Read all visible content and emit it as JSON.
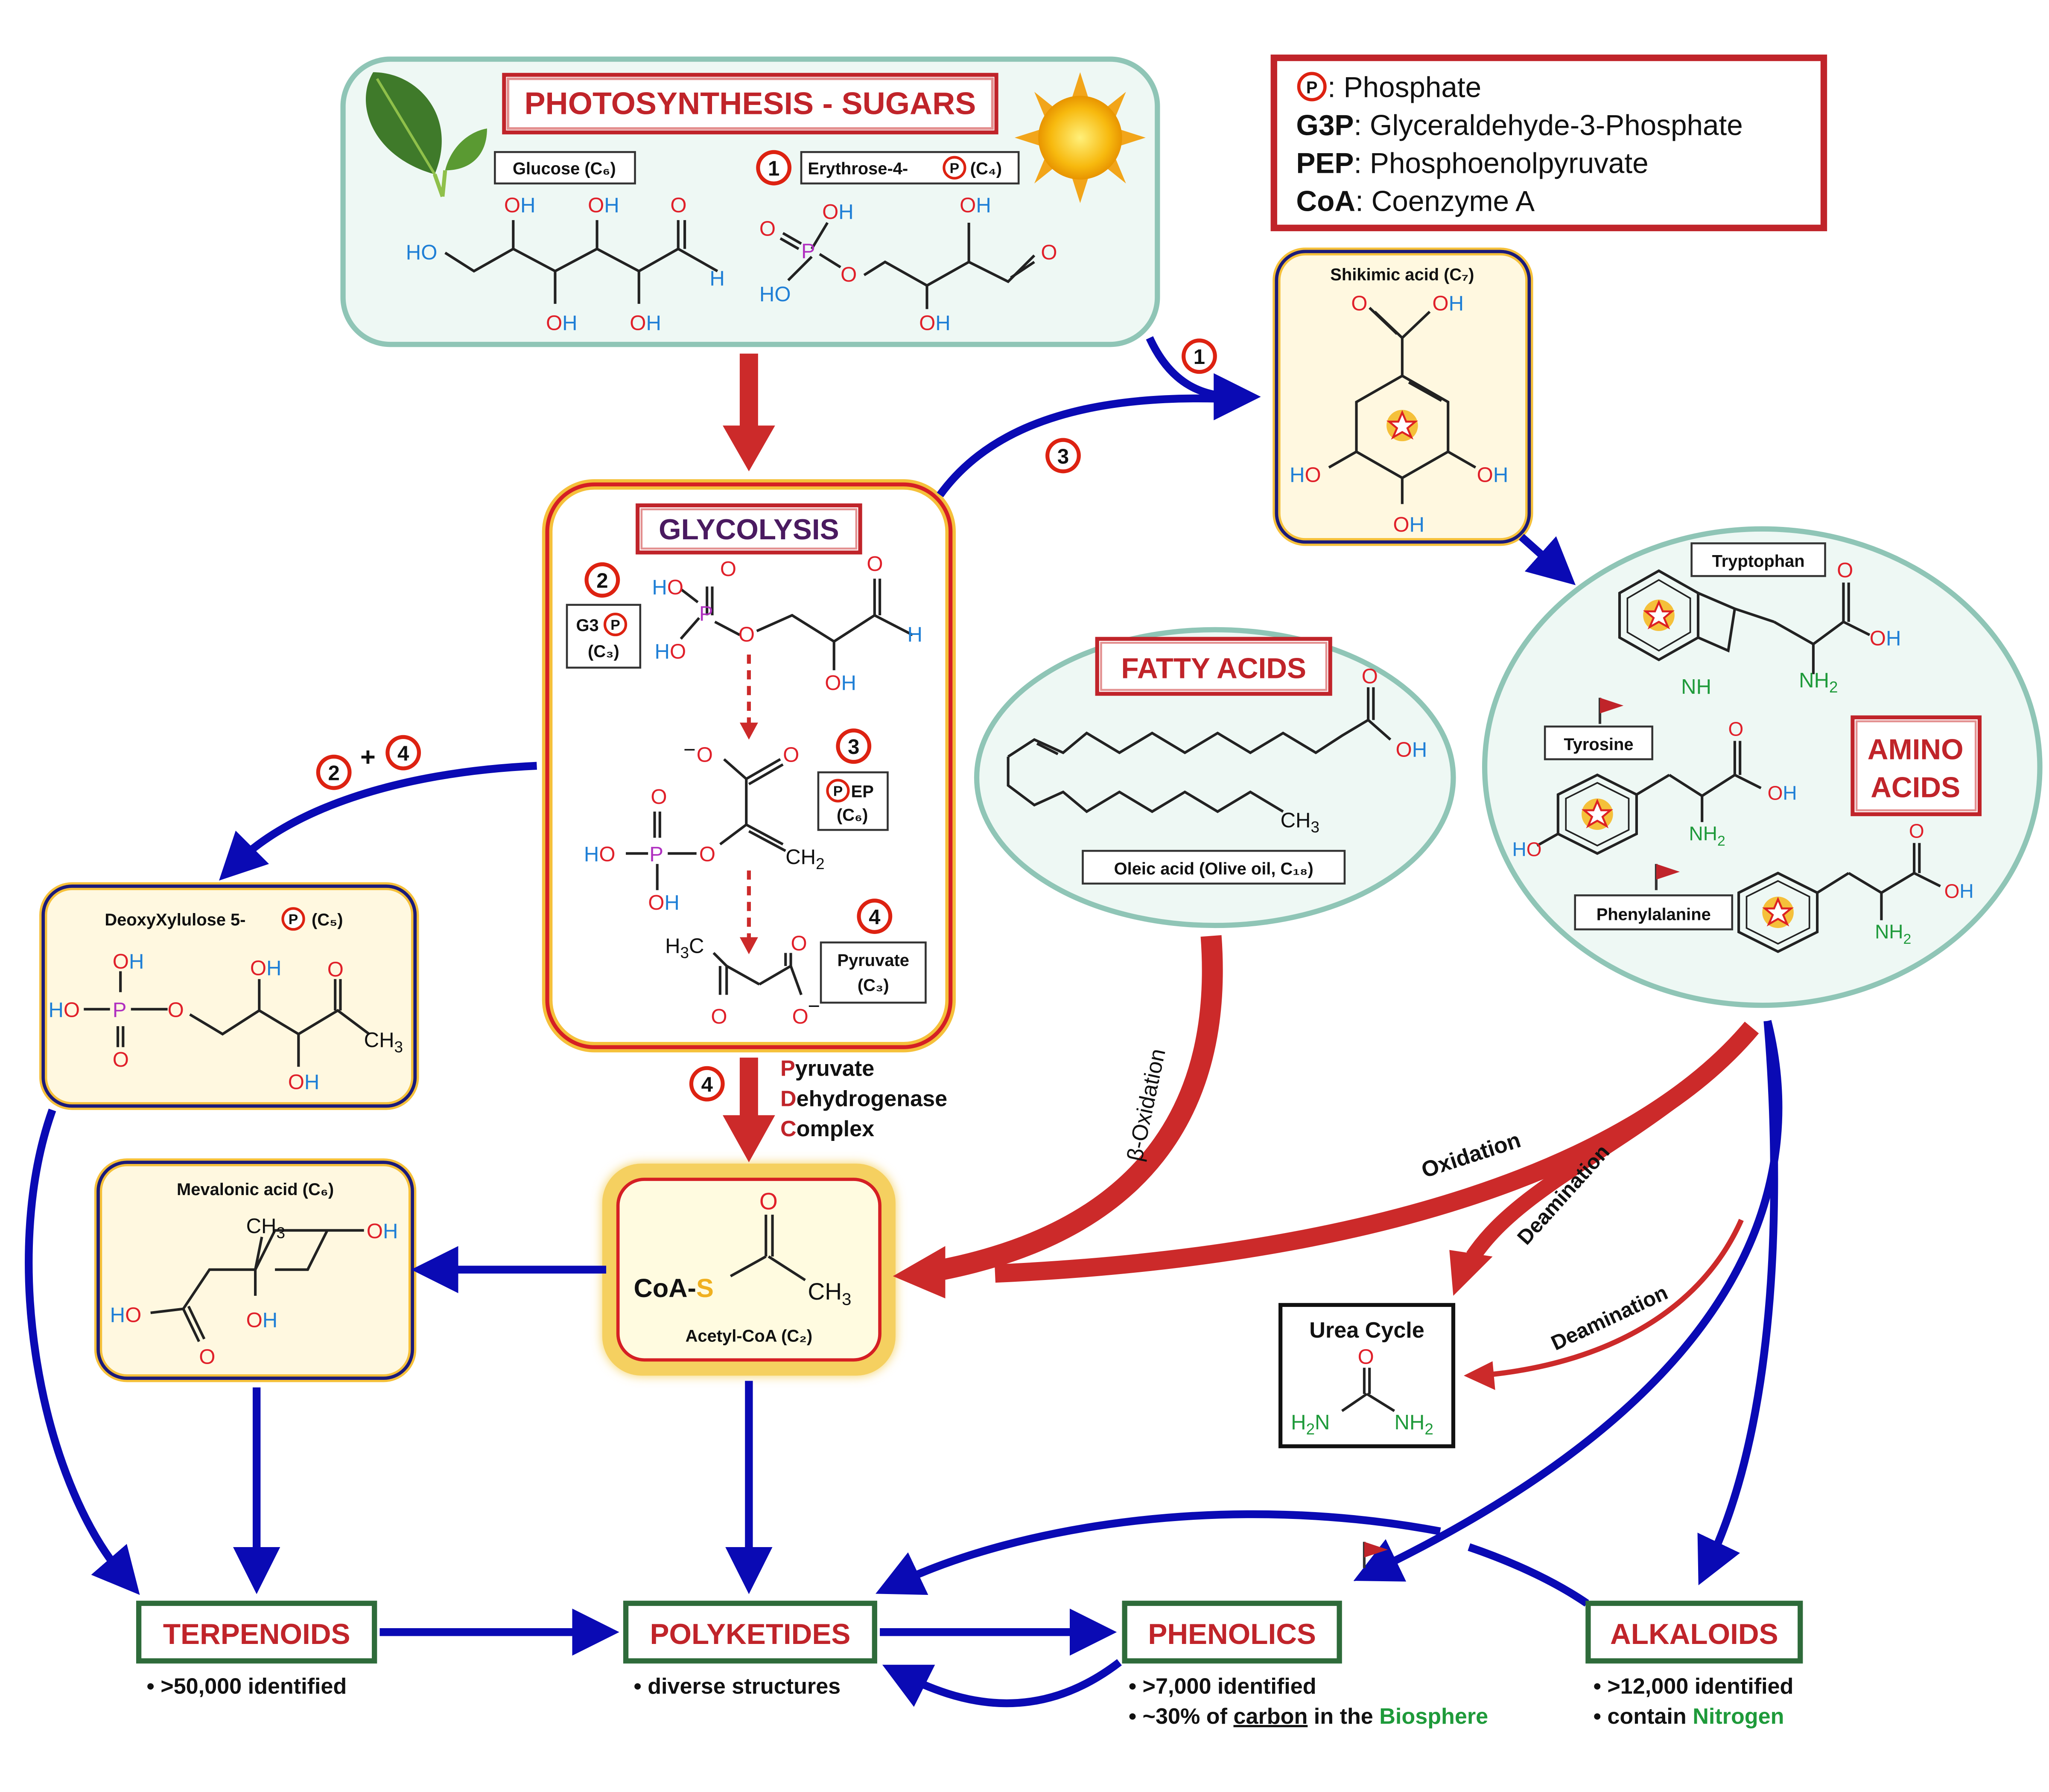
{
  "colors": {
    "red_arrow": "#cc2a2a",
    "blue_arrow": "#0a0ab4",
    "box_teal": "#8fc5b6",
    "box_navy": "#1a1a7a",
    "box_gold": "#f5c03a",
    "green_box": "#2e6b3a",
    "title_red": "#c0242a",
    "O_red": "#e0202a",
    "H_blue": "#1f7fd6",
    "N_green": "#1e9a3a",
    "P_purple": "#b030c0",
    "S_gold": "#f0b020"
  },
  "legend": {
    "items": [
      {
        "key": "P",
        "text": ": Phosphate"
      },
      {
        "key": "G3P",
        "text": ": Glyceraldehyde-3-Phosphate"
      },
      {
        "key": "PEP",
        "text": ": Phosphoenolpyruvate"
      },
      {
        "key": "CoA",
        "text": ": Coenzyme A"
      }
    ]
  },
  "photosynthesis": {
    "title": "PHOTOSYNTHESIS - SUGARS",
    "glucose_label": "Glucose (C₆)",
    "erythrose_label_a": "Erythrose-4-",
    "erythrose_label_b": "(C₄)",
    "step": "1"
  },
  "glycolysis": {
    "title": "GLYCOLYSIS",
    "g3p_a": "G3",
    "g3p_b": "(C₃)",
    "pep_a": "EP",
    "pep_b": "(C₆)",
    "pyruvate_a": "Pyruvate",
    "pyruvate_b": "(C₃)",
    "steps": [
      "2",
      "3",
      "4"
    ]
  },
  "shikimic": {
    "label": "Shikimic acid (C₇)",
    "step_in": "1",
    "step_from_glycolysis": "3"
  },
  "fatty_acids": {
    "title": "FATTY ACIDS",
    "oleic_label": "Oleic acid (Olive oil, C₁₈)",
    "beta_oxidation": "β-Oxidation"
  },
  "amino_acids": {
    "title_line1": "AMINO",
    "title_line2": "ACIDS",
    "tryptophan": "Tryptophan",
    "tyrosine": "Tyrosine",
    "phenylalanine": "Phenylalanine"
  },
  "deoxyxylulose": {
    "label_a": "DeoxyXylulose 5-",
    "label_b": "(C₅)",
    "steps": [
      "2",
      "+",
      "4"
    ]
  },
  "mevalonic": {
    "label": "Mevalonic acid (C₆)"
  },
  "acetyl_coa": {
    "label": "Acetyl-CoA (C₂)",
    "coa": "CoA-",
    "s": "S",
    "step": "4",
    "pdh": [
      {
        "first": "P",
        "rest": "yruvate"
      },
      {
        "first": "D",
        "rest": "ehydrogenase"
      },
      {
        "first": "C",
        "rest": "omplex"
      }
    ]
  },
  "urea": {
    "title": "Urea Cycle"
  },
  "arrow_labels": {
    "oxidation": "Oxidation",
    "deamination1": "Deamination",
    "deamination2": "Deamination"
  },
  "classes": {
    "terpenoids": {
      "title": "TERPENOIDS",
      "notes": [
        "• >50,000 identified"
      ]
    },
    "polyketides": {
      "title": "POLYKETIDES",
      "notes": [
        "• diverse structures"
      ]
    },
    "phenolics": {
      "title": "PHENOLICS",
      "note1": "• >7,000 identified",
      "note2_a": "• ~30% of ",
      "note2_b": "carbon",
      "note2_c": " in the ",
      "note2_d": "Biosphere"
    },
    "alkaloids": {
      "title": "ALKALOIDS",
      "note1": "• >12,000 identified",
      "note2_a": "• contain ",
      "note2_b": "Nitrogen"
    }
  }
}
